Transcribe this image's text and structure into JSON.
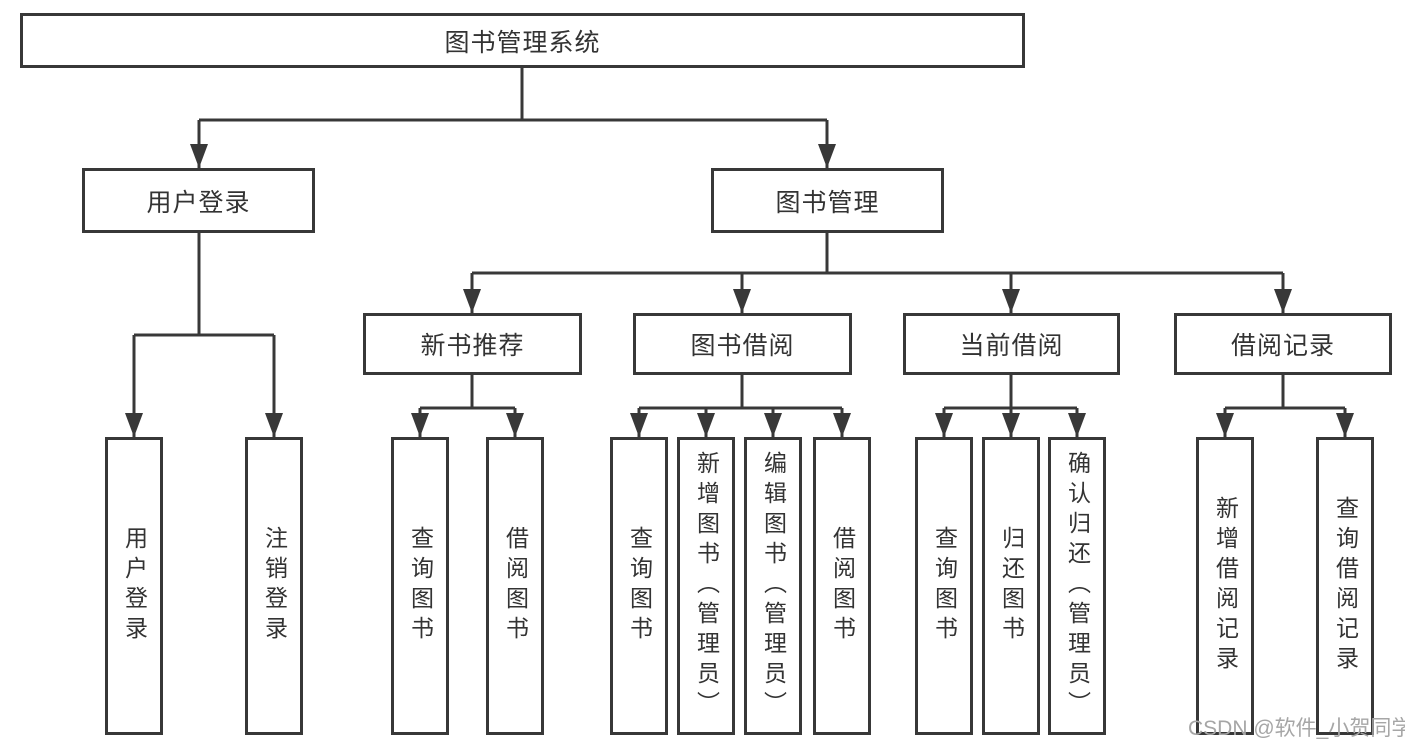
{
  "tree": {
    "root": {
      "label": "图书管理系统"
    },
    "children": [
      {
        "label": "用户登录",
        "children": [
          {
            "label": "用户登录"
          },
          {
            "label": "注销登录"
          }
        ]
      },
      {
        "label": "图书管理",
        "children": [
          {
            "label": "新书推荐",
            "children": [
              {
                "label": "查询图书"
              },
              {
                "label": "借阅图书"
              }
            ]
          },
          {
            "label": "图书借阅",
            "children": [
              {
                "label": "查询图书"
              },
              {
                "label": "新增图书（管理员）"
              },
              {
                "label": "编辑图书（管理员）"
              },
              {
                "label": "借阅图书"
              }
            ]
          },
          {
            "label": "当前借阅",
            "children": [
              {
                "label": "查询图书"
              },
              {
                "label": "归还图书"
              },
              {
                "label": "确认归还（管理员）"
              }
            ]
          },
          {
            "label": "借阅记录",
            "children": [
              {
                "label": "新增借阅记录"
              },
              {
                "label": "查询借阅记录"
              }
            ]
          }
        ]
      }
    ]
  },
  "watermark": {
    "text": "CSDN @软件_小贺同学"
  },
  "colors": {
    "line": "#383838",
    "text": "#333333",
    "watermark": "#a6a6a6",
    "background": "#ffffff"
  }
}
